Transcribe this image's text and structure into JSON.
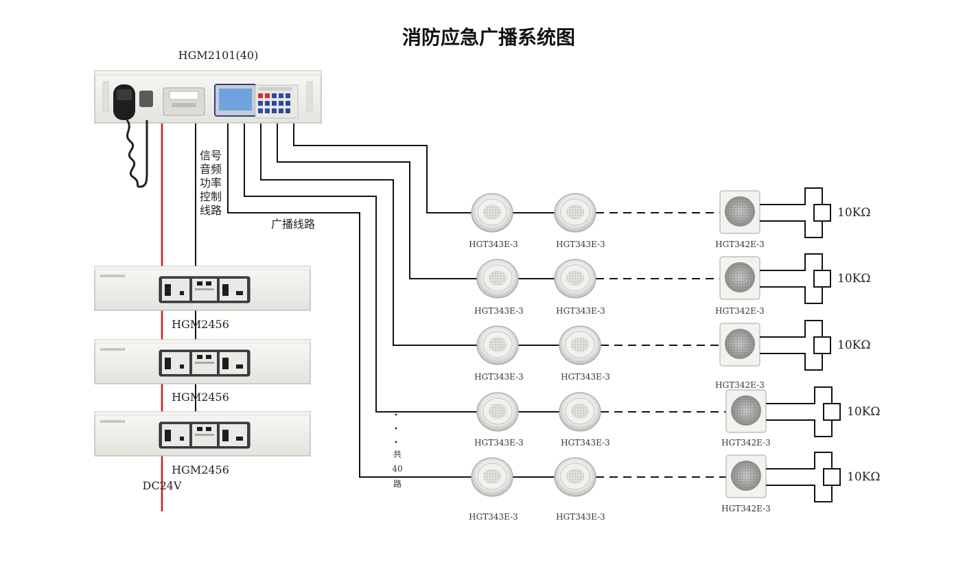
{
  "title": "消防应急广播系统图",
  "host": {
    "model": "HGM2101(40)"
  },
  "amplifiers": [
    {
      "model": "HGM2456"
    },
    {
      "model": "HGM2456"
    },
    {
      "model": "HGM2456"
    }
  ],
  "power_label": "DC24V",
  "signal_line_chars": [
    "信号",
    "音频",
    "功率",
    "控制",
    "线路"
  ],
  "broadcast_line_label": "广播线路",
  "total_routes_chars": [
    "共",
    "40",
    "路"
  ],
  "rows": [
    {
      "speaker1": "HGT343E-3",
      "speaker2": "HGT343E-3",
      "wall": "HGT342E-3",
      "module": "10KΩ"
    },
    {
      "speaker1": "HGT343E-3",
      "speaker2": "HGT343E-3",
      "wall": "HGT342E-3",
      "module": "10KΩ"
    },
    {
      "speaker1": "HGT343E-3",
      "speaker2": "HGT343E-3",
      "wall": "HGT342E-3",
      "module": "10KΩ"
    },
    {
      "speaker1": "HGT343E-3",
      "speaker2": "HGT343E-3",
      "wall": "HGT342E-3",
      "module": "10KΩ"
    },
    {
      "speaker1": "HGT343E-3",
      "speaker2": "HGT343E-3",
      "wall": "HGT342E-3",
      "module": "10KΩ"
    }
  ],
  "colors": {
    "power_line": "#d81414",
    "wire": "#111111"
  }
}
